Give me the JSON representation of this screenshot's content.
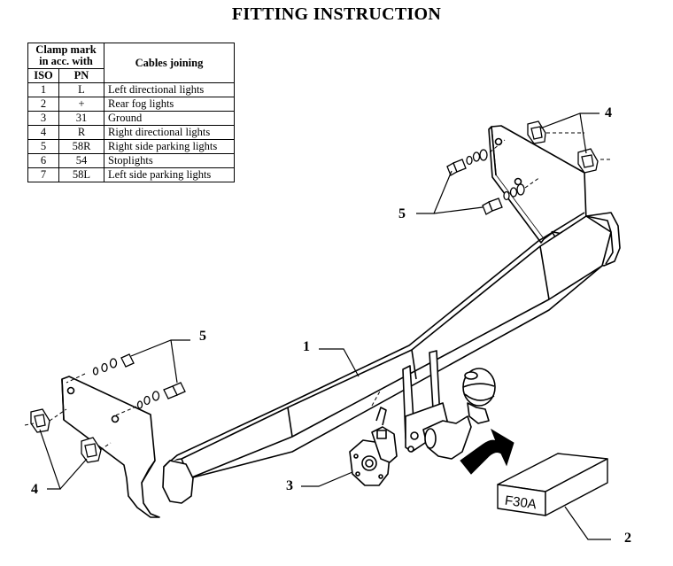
{
  "title": "FITTING INSTRUCTION",
  "table": {
    "header_left": "Clamp mark in acc. with",
    "header_left_line1": "Clamp mark",
    "header_left_line2": "in acc. with",
    "header_right": "Cables joining",
    "sub_iso": "ISO",
    "sub_pn": "PN",
    "rows": [
      {
        "iso": "1",
        "pn": "L",
        "desc": "Left directional lights"
      },
      {
        "iso": "2",
        "pn": "+",
        "desc": "Rear fog lights"
      },
      {
        "iso": "3",
        "pn": "31",
        "desc": "Ground"
      },
      {
        "iso": "4",
        "pn": "R",
        "desc": "Right directional lights"
      },
      {
        "iso": "5",
        "pn": "58R",
        "desc": "Right side parking lights"
      },
      {
        "iso": "6",
        "pn": "54",
        "desc": "Stoplights"
      },
      {
        "iso": "7",
        "pn": "58L",
        "desc": "Left side parking lights"
      }
    ]
  },
  "callouts": {
    "c1": "1",
    "c2": "2",
    "c3": "3",
    "c4_top": "4",
    "c4_bottom": "4",
    "c5_top": "5",
    "c5_bottom": "5"
  },
  "box_label": "F30A"
}
